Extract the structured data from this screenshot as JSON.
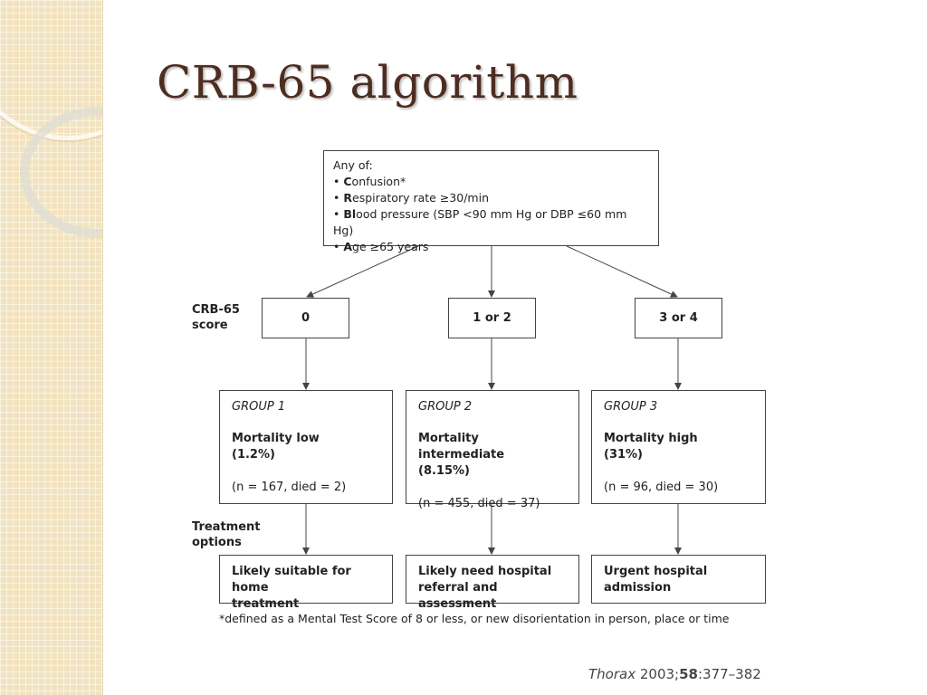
{
  "title": "CRB-65 algorithm",
  "criteria": {
    "heading": "Any of:",
    "items": [
      {
        "bold": "C",
        "rest": "onfusion*"
      },
      {
        "bold": "R",
        "rest": "espiratory rate ≥30/min"
      },
      {
        "bold": "Bl",
        "rest": "ood pressure (SBP <90 mm Hg or DBP ≤60 mm Hg)"
      },
      {
        "bold": "A",
        "rest": "ge ≥65 years"
      }
    ]
  },
  "labels": {
    "score_line1": "CRB-65",
    "score_line2": "score",
    "treatment_line1": "Treatment",
    "treatment_line2": "options"
  },
  "scores": [
    "0",
    "1 or 2",
    "3 or 4"
  ],
  "groups": [
    {
      "name": "GROUP 1",
      "mortality": "Mortality low",
      "percent": "(1.2%)",
      "n": "(n = 167, died = 2)"
    },
    {
      "name": "GROUP 2",
      "mortality": "Mortality intermediate",
      "percent": "(8.15%)",
      "n": "(n = 455, died = 37)"
    },
    {
      "name": "GROUP 3",
      "mortality": "Mortality high",
      "percent": "(31%)",
      "n": "(n = 96, died = 30)"
    }
  ],
  "treatments": [
    {
      "line1": "Likely suitable for home",
      "line2": "treatment"
    },
    {
      "line1": "Likely need hospital",
      "line2": "referral and assessment"
    },
    {
      "line1": "Urgent hospital",
      "line2": "admission"
    }
  ],
  "footnote": "*defined as a Mental Test Score of 8 or less, or new disorientation in person, place or time",
  "citation": {
    "journal": "Thorax",
    "year": " 2003;",
    "volume": "58",
    "pages": ":377–382"
  }
}
